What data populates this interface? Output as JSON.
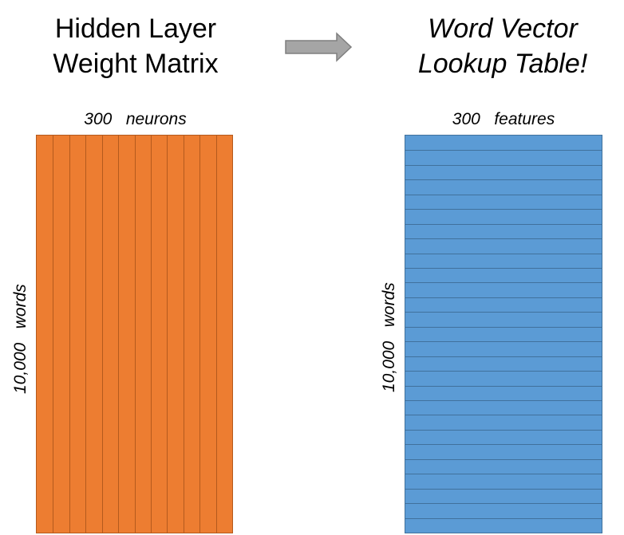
{
  "left_title": {
    "line1": "Hidden Layer",
    "line2": "Weight Matrix"
  },
  "right_title": {
    "line1": "Word Vector",
    "line2": "Lookup Table!"
  },
  "left_matrix": {
    "top_label": "300   neurons",
    "side_label": "10,000   words",
    "color": "#ed7d31",
    "stroke": "#b45a1d",
    "column_count": 12
  },
  "right_matrix": {
    "top_label": "300   features",
    "side_label": "10,000   words",
    "color": "#5b9bd5",
    "stroke": "#41719c",
    "row_count": 27
  },
  "arrow": {
    "color": "#a5a5a5",
    "icon": "right-arrow-icon"
  }
}
